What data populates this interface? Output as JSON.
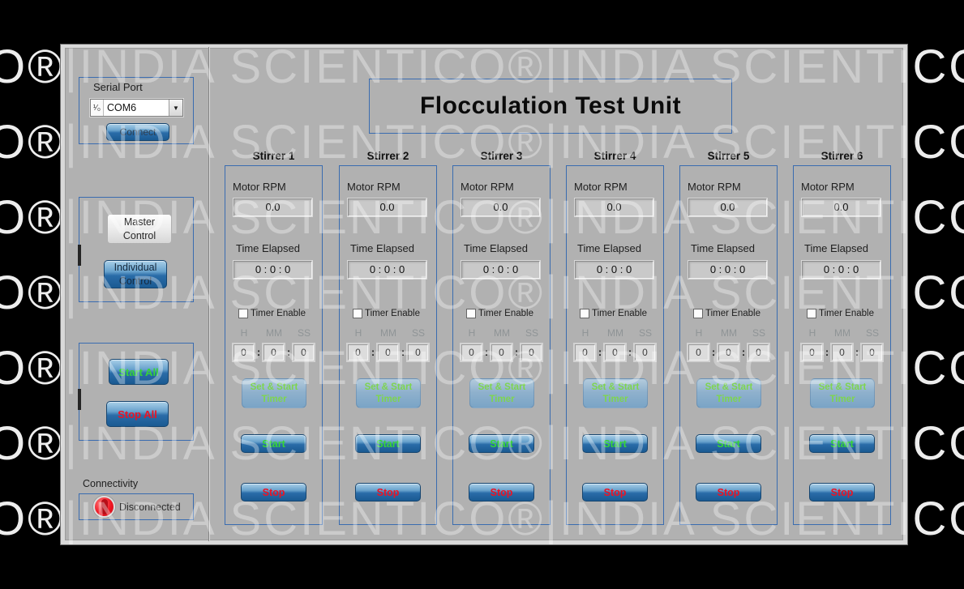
{
  "title": "Flocculation Test Unit",
  "watermark": {
    "text": "O®|INDIA SCIENTICO®|INDIA SCIENTICO®|INDIA"
  },
  "sidebar": {
    "serial_port": {
      "label": "Serial Port",
      "io_glyph": "¹⁄₀",
      "value": "COM6",
      "dropdown_icon": "▼",
      "connect_label": "Connect"
    },
    "mode": {
      "master_line1": "Master",
      "master_line2": "Control",
      "individual_line1": "Individual",
      "individual_line2": "Control"
    },
    "all_controls": {
      "start_all": "Start All",
      "stop_all": "Stop All"
    },
    "connectivity": {
      "label": "Connectivity",
      "status": "Disconnected"
    }
  },
  "stirrer_common": {
    "rpm_label": "Motor RPM",
    "time_label": "Time Elapsed",
    "timer_enable_label": "Timer Enable",
    "h_label": "H",
    "mm_label": "MM",
    "ss_label": "SS",
    "colon": ":",
    "set_timer_line1": "Set & Start",
    "set_timer_line2": "Timer",
    "start_label": "Start",
    "stop_label": "Stop"
  },
  "stirrers": [
    {
      "name": "Stirrer 1",
      "rpm": "0.0",
      "time": "0 :  0 :  0",
      "h": "0",
      "m": "0",
      "s": "0"
    },
    {
      "name": "Stirrer 2",
      "rpm": "0.0",
      "time": "0 :  0 :  0",
      "h": "0",
      "m": "0",
      "s": "0"
    },
    {
      "name": "Stirrer 3",
      "rpm": "0.0",
      "time": "0 :  0 :  0",
      "h": "0",
      "m": "0",
      "s": "0"
    },
    {
      "name": "Stirrer 4",
      "rpm": "0.0",
      "time": "0 :  0 :  0",
      "h": "0",
      "m": "0",
      "s": "0"
    },
    {
      "name": "Stirrer 5",
      "rpm": "0.0",
      "time": "0 :  0 :  0",
      "h": "0",
      "m": "0",
      "s": "0"
    },
    {
      "name": "Stirrer 6",
      "rpm": "0.0",
      "time": "0 :  0 :  0",
      "h": "0",
      "m": "0",
      "s": "0"
    }
  ],
  "colors": {
    "accent_blue": "#2a6ca8",
    "group_border_blue": "#3a6cb0",
    "button_green_text": "#36d436",
    "button_red_text": "#ea1425",
    "led_red": "#f01622",
    "panel_gray": "#b1b1b1",
    "frame_black": "#000000"
  }
}
